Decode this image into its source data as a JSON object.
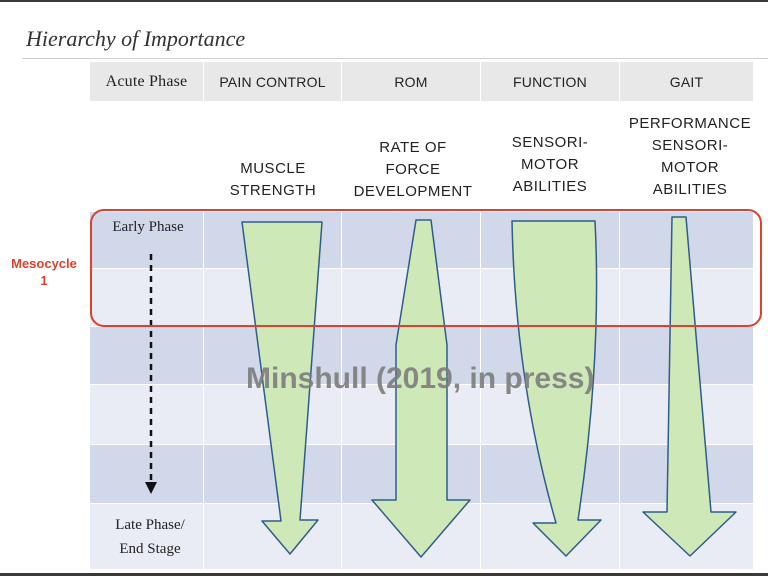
{
  "title": "Hierarchy of Importance",
  "header_row": {
    "row_label": "Acute Phase",
    "columns": [
      "PAIN CONTROL",
      "ROM",
      "FUNCTION",
      "GAIT"
    ]
  },
  "sub_headers": [
    {
      "line1": "MUSCLE",
      "line2": "STRENGTH",
      "line3": "",
      "line4": ""
    },
    {
      "line1": "RATE OF",
      "line2": "FORCE",
      "line3": "DEVELOPMENT",
      "line4": ""
    },
    {
      "line1": "SENSORI-",
      "line2": "MOTOR",
      "line3": "ABILITIES",
      "line4": ""
    },
    {
      "line1": "PERFORMANCE",
      "line2": "SENSORI-",
      "line3": "MOTOR",
      "line4": "ABILITIES"
    }
  ],
  "phases": {
    "early": "Early Phase",
    "late_line1": "Late Phase/",
    "late_line2": "End Stage"
  },
  "mesocycle": {
    "line1": "Mesocycle",
    "line2": "1"
  },
  "watermark": "Minshull (2019, in press)",
  "colors": {
    "accent_red": "#d9422e",
    "arrow_fill": "#cfe8b8",
    "arrow_stroke": "#2f5d8a",
    "band_blue": "#d0d8e9",
    "band_grey": "#e8e8e8"
  }
}
